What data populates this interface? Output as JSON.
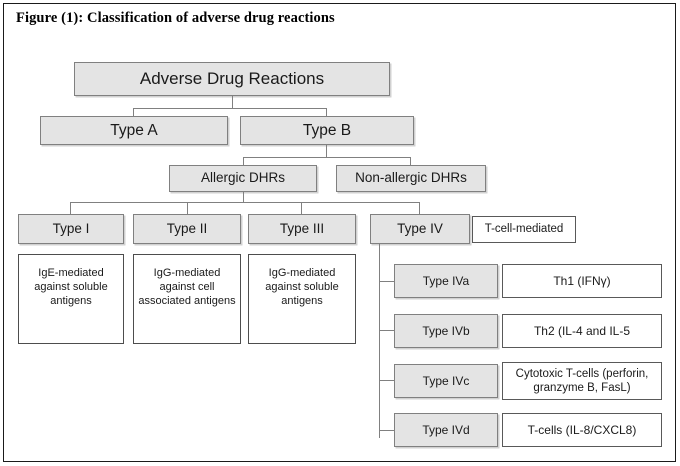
{
  "figure": {
    "title": "Figure (1): Classification of adverse drug reactions",
    "border_color": "#1a1a1a",
    "node_fill": "#e4e4e4",
    "node_border": "#808080",
    "white_fill": "#ffffff",
    "text_color": "#1a1a1a"
  },
  "nodes": {
    "root": "Adverse Drug Reactions",
    "type_a": "Type A",
    "type_b": "Type B",
    "allergic": "Allergic DHRs",
    "non_allergic": "Non-allergic DHRs",
    "type_1": "Type I",
    "type_2": "Type II",
    "type_3": "Type III",
    "type_4": "Type IV",
    "t_cell_mediated": "T-cell-mediated",
    "desc_1": "IgE-mediated against soluble antigens",
    "desc_2": "IgG-mediated against cell associated antigens",
    "desc_3": "IgG-mediated against soluble antigens",
    "type_4a": "Type IVa",
    "type_4b": "Type IVb",
    "type_4c": "Type IVc",
    "type_4d": "Type IVd",
    "desc_4a": "Th1 (IFNγ)",
    "desc_4b": "Th2 (IL-4 and IL-5",
    "desc_4c": "Cytotoxic T-cells (perforin, granzyme B, FasL)",
    "desc_4d": "T-cells (IL-8/CXCL8)"
  }
}
